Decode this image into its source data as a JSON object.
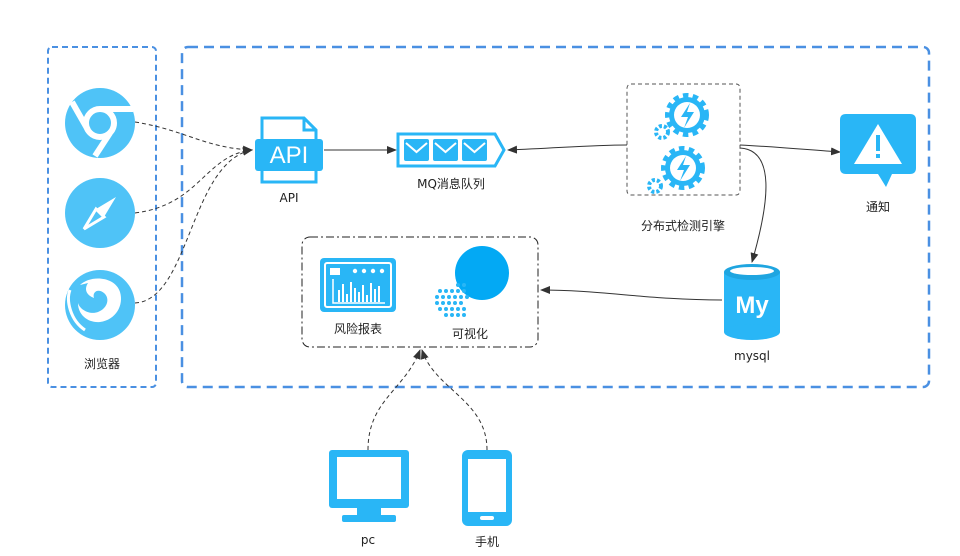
{
  "labels": {
    "browser": "浏览器",
    "api": "API",
    "api_icon_text": "API",
    "mq": "MQ消息队列",
    "engine": "分布式检测引擎",
    "notify": "通知",
    "mysql": "mysql",
    "mysql_icon_text": "My",
    "risk_report": "风险报表",
    "visualization": "可视化",
    "pc": "pc",
    "phone": "手机"
  },
  "colors": {
    "accent": "#29b6f6",
    "accent_dark": "#1fa5e0",
    "frame_blue": "#4a90e2",
    "line": "#333333"
  },
  "icons": [
    "chrome-icon",
    "safari-icon",
    "firefox-icon",
    "api-icon",
    "mq-icon",
    "gear-icon",
    "alert-icon",
    "mysql-icon",
    "report-icon",
    "visual-icon",
    "pc-icon",
    "phone-icon"
  ]
}
